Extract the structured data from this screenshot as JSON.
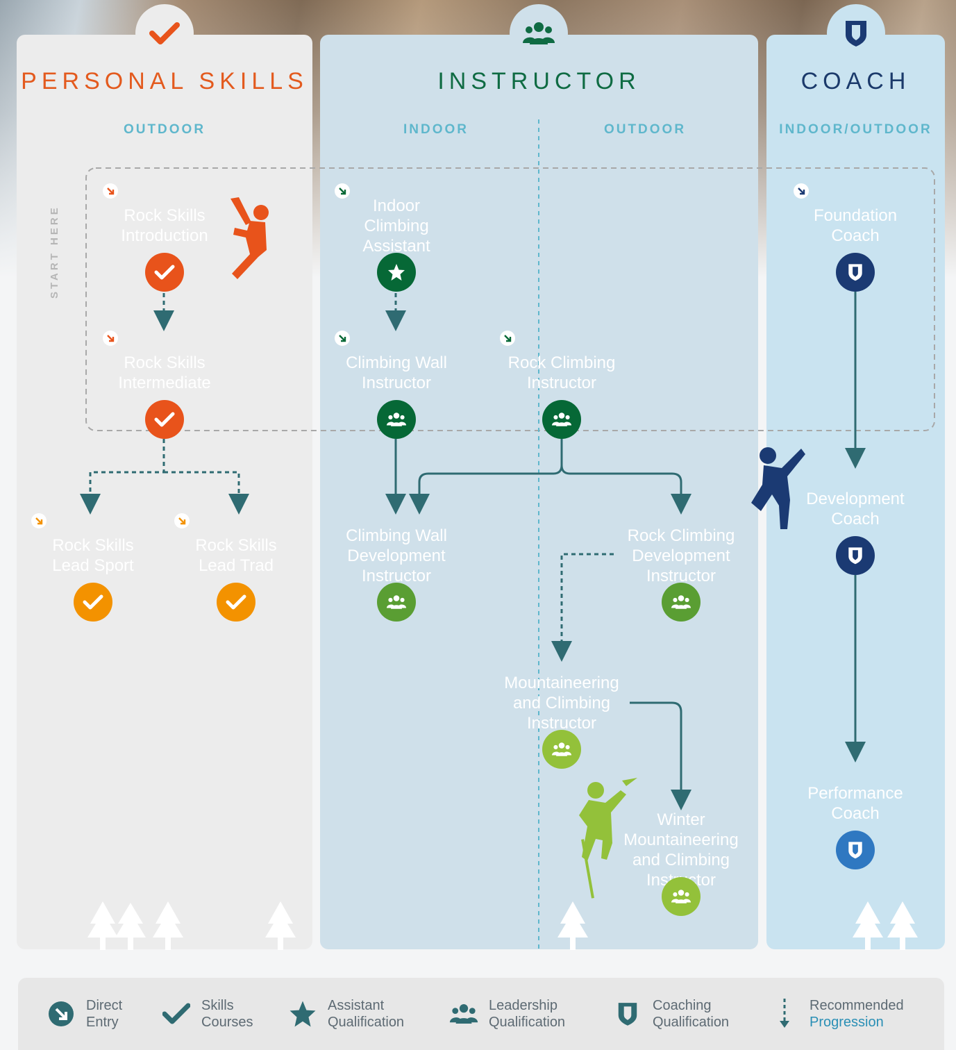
{
  "columns": {
    "personal": {
      "title": "PERSONAL SKILLS",
      "sub": "OUTDOOR",
      "color": "#e35a1e"
    },
    "instructor": {
      "title": "INSTRUCTOR",
      "sub_indoor": "INDOOR",
      "sub_outdoor": "OUTDOOR",
      "color": "#0f6b43"
    },
    "coach": {
      "title": "COACH",
      "sub": "INDOOR/OUTDOOR",
      "color": "#1b3a6b"
    }
  },
  "start_here": "START HERE",
  "nodes": {
    "rock_skills_intro": {
      "label": "Rock Skills\nIntroduction",
      "color": "#e8531b",
      "badge": "check-icon",
      "direct_entry": true
    },
    "rock_skills_intermediate": {
      "label": "Rock Skills\nIntermediate",
      "color": "#e8531b",
      "badge": "check-icon",
      "direct_entry": true
    },
    "rock_skills_lead_sport": {
      "label": "Rock Skills\nLead Sport",
      "color": "#f39200",
      "badge": "check-icon",
      "direct_entry": true
    },
    "rock_skills_lead_trad": {
      "label": "Rock Skills\nLead Trad",
      "color": "#f39200",
      "badge": "check-icon",
      "direct_entry": true
    },
    "indoor_climbing_assistant": {
      "label": "Indoor\nClimbing\nAssistant",
      "color": "#066836",
      "badge": "star-icon",
      "direct_entry": true
    },
    "climbing_wall_instructor": {
      "label": "Climbing Wall\nInstructor",
      "color": "#066836",
      "badge": "group-icon",
      "direct_entry": true
    },
    "rock_climbing_instructor": {
      "label": "Rock Climbing\nInstructor",
      "color": "#066836",
      "badge": "group-icon",
      "direct_entry": true
    },
    "climbing_wall_development_instructor": {
      "label": "Climbing Wall\nDevelopment\nInstructor",
      "color": "#5a9e33",
      "badge": "group-icon",
      "direct_entry": false
    },
    "rock_climbing_development_instructor": {
      "label": "Rock Climbing\nDevelopment\nInstructor",
      "color": "#5a9e33",
      "badge": "group-icon",
      "direct_entry": false
    },
    "mountaineering_climbing_instructor": {
      "label": "Mountaineering\nand Climbing\nInstructor",
      "color": "#93c13a",
      "badge": "group-icon",
      "direct_entry": false
    },
    "winter_mountaineering_climbing_instructor": {
      "label": "Winter\nMountaineering\nand Climbing\nInstructor",
      "color": "#93c13a",
      "badge": "group-icon",
      "direct_entry": false
    },
    "foundation_coach": {
      "label": "Foundation\nCoach",
      "color": "#1b3a73",
      "badge": "shield-icon",
      "direct_entry": true
    },
    "development_coach": {
      "label": "Development\nCoach",
      "color": "#1b3a73",
      "badge": "shield-icon",
      "direct_entry": false
    },
    "performance_coach": {
      "label": "Performance\nCoach",
      "color": "#2f78c1",
      "badge": "shield-icon",
      "direct_entry": false
    }
  },
  "legend": [
    {
      "icon": "direct-entry-icon",
      "line1": "Direct",
      "line2": "Entry"
    },
    {
      "icon": "check-icon",
      "line1": "Skills",
      "line2": "Courses"
    },
    {
      "icon": "star-icon",
      "line1": "Assistant",
      "line2": "Qualification"
    },
    {
      "icon": "group-icon",
      "line1": "Leadership",
      "line2": "Qualification"
    },
    {
      "icon": "shield-icon",
      "line1": "Coaching",
      "line2": "Qualification"
    },
    {
      "icon": "dashed-arrow-icon",
      "line1": "Recommended",
      "line2": "Progression"
    }
  ],
  "colors": {
    "line": "#2f6b72",
    "legend_icon": "#2f6b72",
    "legend_accent": "#2a8fb5"
  }
}
